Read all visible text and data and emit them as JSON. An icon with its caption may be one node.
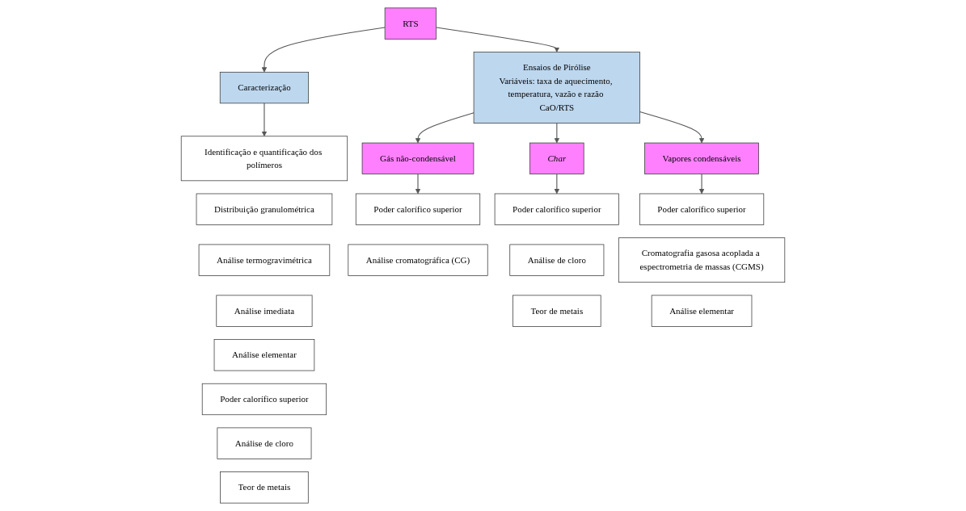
{
  "diagram": {
    "nodes": [
      {
        "text": [
          "RTS"
        ]
      },
      {
        "text": [
          "Ensaios de Pirólise",
          "Variáveis: taxa de aquecimento, temperatura, vazão e razão CaO/RTS"
        ]
      },
      {
        "text": [
          "Caracterização"
        ]
      },
      {
        "text": [
          "Identificação e quantificação dos polímeros"
        ]
      },
      {
        "text": [
          "Distribuição granulométrica"
        ]
      },
      {
        "text": [
          "Análise termogravimétrica"
        ]
      },
      {
        "text": [
          "Análise imediata"
        ]
      },
      {
        "text": [
          "Análise elementar"
        ]
      },
      {
        "text": [
          "Poder calorífico superior"
        ]
      },
      {
        "text": [
          "Análise de cloro"
        ]
      },
      {
        "text": [
          "Teor de metais"
        ]
      },
      {
        "text": [
          "Gás não-condensável"
        ]
      },
      {
        "text": [
          "Char"
        ]
      },
      {
        "text": [
          "Vapores condensáveis"
        ]
      },
      {
        "text": [
          "Poder calorífico superior"
        ]
      },
      {
        "text": [
          "Análise cromatográfica (CG)"
        ]
      },
      {
        "text": [
          "Poder calorífico superior"
        ]
      },
      {
        "text": [
          "Análise de cloro"
        ]
      },
      {
        "text": [
          "Teor de metais"
        ]
      },
      {
        "text": [
          "Poder calorífico superior"
        ]
      },
      {
        "text": [
          "Cromatografia gasosa acoplada a espectrometria de massas (CGMS)"
        ]
      },
      {
        "text": [
          "Análise elementar"
        ]
      }
    ],
    "edges": [
      {
        "from": 0,
        "to": 1,
        "arrow": "to"
      },
      {
        "from": 0,
        "to": 2,
        "arrow": "to"
      },
      {
        "from": 2,
        "to": 3,
        "arrow": "to"
      },
      {
        "from": 1,
        "to": 11,
        "arrow": "to"
      },
      {
        "from": 1,
        "to": 12,
        "arrow": "to"
      },
      {
        "from": 1,
        "to": 13,
        "arrow": "to"
      },
      {
        "from": 11,
        "to": 14,
        "arrow": "to"
      },
      {
        "from": 12,
        "to": 16,
        "arrow": "to"
      },
      {
        "from": 13,
        "to": 19,
        "arrow": "to"
      }
    ]
  }
}
